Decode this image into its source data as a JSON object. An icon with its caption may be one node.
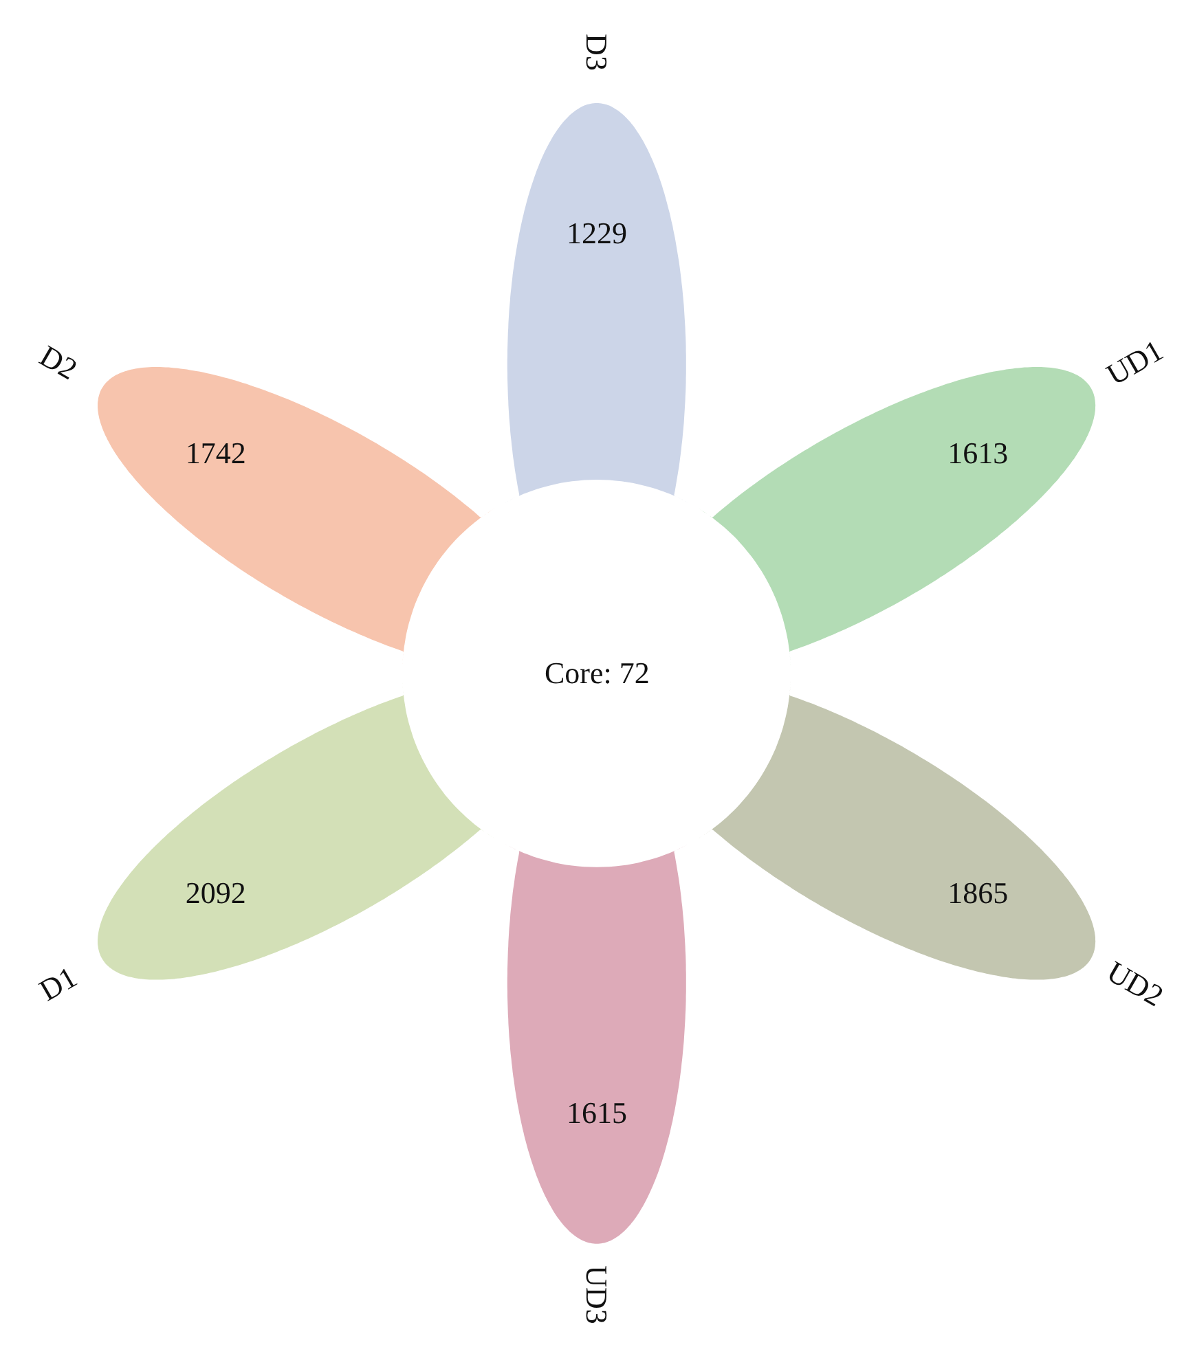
{
  "diagram": {
    "nodes": [
      {
        "text": [
          "1229"
        ],
        "beside": [
          "D3"
        ]
      },
      {
        "text": [
          "1742"
        ],
        "beside": [
          "D2"
        ]
      },
      {
        "text": [
          "1613"
        ],
        "beside": [
          "UD1"
        ]
      },
      {
        "text": [
          "Core: 72"
        ]
      },
      {
        "text": [
          "2092"
        ],
        "beside": [
          "D1"
        ]
      },
      {
        "text": [
          "1865"
        ],
        "beside": [
          "UD2"
        ]
      },
      {
        "text": [
          "1615"
        ],
        "beside": [
          "UD3"
        ]
      }
    ]
  }
}
